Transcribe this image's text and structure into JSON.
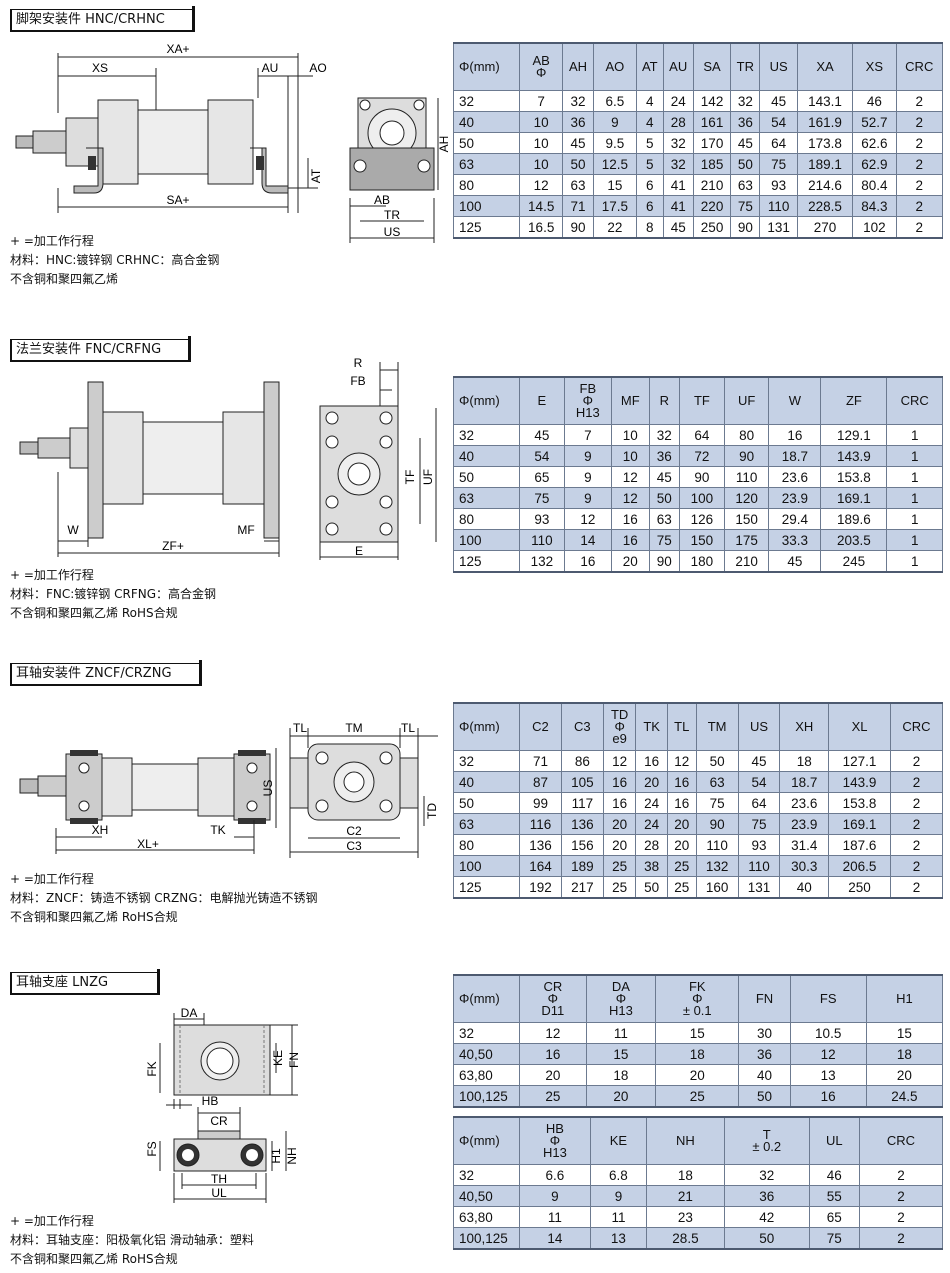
{
  "s1": {
    "title": "脚架安装件 HNC/CRHNC",
    "notes": [
      "+ =加工作行程",
      "材料：HNC:镀锌钢  CRHNC：高合金钢",
      "不含铜和聚四氟乙烯"
    ],
    "dims": {
      "xa": "XA+",
      "xs": "XS",
      "au": "AU",
      "ao": "AO",
      "at": "AT",
      "sa": "SA+",
      "ah": "AH",
      "ab": "AB",
      "tr": "TR",
      "us": "US"
    },
    "headers": [
      [
        "Φ(mm)"
      ],
      [
        "AB",
        "Φ"
      ],
      [
        "AH"
      ],
      [
        "AO"
      ],
      [
        "AT"
      ],
      [
        "AU"
      ],
      [
        "SA"
      ],
      [
        "TR"
      ],
      [
        "US"
      ],
      [
        "XA"
      ],
      [
        "XS"
      ],
      [
        "CRC"
      ]
    ],
    "rows": [
      [
        "32",
        "7",
        "32",
        "6.5",
        "4",
        "24",
        "142",
        "32",
        "45",
        "143.1",
        "46",
        "2"
      ],
      [
        "40",
        "10",
        "36",
        "9",
        "4",
        "28",
        "161",
        "36",
        "54",
        "161.9",
        "52.7",
        "2"
      ],
      [
        "50",
        "10",
        "45",
        "9.5",
        "5",
        "32",
        "170",
        "45",
        "64",
        "173.8",
        "62.6",
        "2"
      ],
      [
        "63",
        "10",
        "50",
        "12.5",
        "5",
        "32",
        "185",
        "50",
        "75",
        "189.1",
        "62.9",
        "2"
      ],
      [
        "80",
        "12",
        "63",
        "15",
        "6",
        "41",
        "210",
        "63",
        "93",
        "214.6",
        "80.4",
        "2"
      ],
      [
        "100",
        "14.5",
        "71",
        "17.5",
        "6",
        "41",
        "220",
        "75",
        "110",
        "228.5",
        "84.3",
        "2"
      ],
      [
        "125",
        "16.5",
        "90",
        "22",
        "8",
        "45",
        "250",
        "90",
        "131",
        "270",
        "102",
        "2"
      ]
    ]
  },
  "s2": {
    "title": "法兰安装件 FNC/CRFNG",
    "notes": [
      "+ =加工作行程",
      "材料：FNC:镀锌钢   CRFNG：高合金钢",
      "不含铜和聚四氟乙烯   RoHS合规"
    ],
    "dims": {
      "w": "W",
      "zf": "ZF+",
      "mf": "MF",
      "r": "R",
      "fb": "FB",
      "tf": "TF",
      "uf": "UF",
      "e": "E"
    },
    "headers": [
      [
        "Φ(mm)"
      ],
      [
        "E"
      ],
      [
        "FB",
        "Φ",
        "H13"
      ],
      [
        "MF"
      ],
      [
        "R"
      ],
      [
        "TF"
      ],
      [
        "UF"
      ],
      [
        "W"
      ],
      [
        "ZF"
      ],
      [
        "CRC"
      ]
    ],
    "rows": [
      [
        "32",
        "45",
        "7",
        "10",
        "32",
        "64",
        "80",
        "16",
        "129.1",
        "1"
      ],
      [
        "40",
        "54",
        "9",
        "10",
        "36",
        "72",
        "90",
        "18.7",
        "143.9",
        "1"
      ],
      [
        "50",
        "65",
        "9",
        "12",
        "45",
        "90",
        "110",
        "23.6",
        "153.8",
        "1"
      ],
      [
        "63",
        "75",
        "9",
        "12",
        "50",
        "100",
        "120",
        "23.9",
        "169.1",
        "1"
      ],
      [
        "80",
        "93",
        "12",
        "16",
        "63",
        "126",
        "150",
        "29.4",
        "189.6",
        "1"
      ],
      [
        "100",
        "110",
        "14",
        "16",
        "75",
        "150",
        "175",
        "33.3",
        "203.5",
        "1"
      ],
      [
        "125",
        "132",
        "16",
        "20",
        "90",
        "180",
        "210",
        "45",
        "245",
        "1"
      ]
    ]
  },
  "s3": {
    "title": "耳轴安装件 ZNCF/CRZNG",
    "notes": [
      "+ =加工作行程",
      "材料：ZNCF：铸造不锈钢   CRZNG：电解抛光铸造不锈钢",
      "不含铜和聚四氟乙烯   RoHS合规"
    ],
    "dims": {
      "xh": "XH",
      "tk": "TK",
      "xl": "XL+",
      "us": "US",
      "tl": "TL",
      "tm": "TM",
      "td": "TD",
      "c2": "C2",
      "c3": "C3"
    },
    "headers": [
      [
        "Φ(mm)"
      ],
      [
        "C2"
      ],
      [
        "C3"
      ],
      [
        "TD",
        "Φ",
        "e9"
      ],
      [
        "TK"
      ],
      [
        "TL"
      ],
      [
        "TM"
      ],
      [
        "US"
      ],
      [
        "XH"
      ],
      [
        "XL"
      ],
      [
        "CRC"
      ]
    ],
    "rows": [
      [
        "32",
        "71",
        "86",
        "12",
        "16",
        "12",
        "50",
        "45",
        "18",
        "127.1",
        "2"
      ],
      [
        "40",
        "87",
        "105",
        "16",
        "20",
        "16",
        "63",
        "54",
        "18.7",
        "143.9",
        "2"
      ],
      [
        "50",
        "99",
        "117",
        "16",
        "24",
        "16",
        "75",
        "64",
        "23.6",
        "153.8",
        "2"
      ],
      [
        "63",
        "116",
        "136",
        "20",
        "24",
        "20",
        "90",
        "75",
        "23.9",
        "169.1",
        "2"
      ],
      [
        "80",
        "136",
        "156",
        "20",
        "28",
        "20",
        "110",
        "93",
        "31.4",
        "187.6",
        "2"
      ],
      [
        "100",
        "164",
        "189",
        "25",
        "38",
        "25",
        "132",
        "110",
        "30.3",
        "206.5",
        "2"
      ],
      [
        "125",
        "192",
        "217",
        "25",
        "50",
        "25",
        "160",
        "131",
        "40",
        "250",
        "2"
      ]
    ]
  },
  "s4": {
    "title": "耳轴支座 LNZG",
    "notes": [
      "+ =加工作行程",
      "材料：耳轴支座：阳极氧化铝   滑动轴承：塑料",
      "不含铜和聚四氟乙烯   RoHS合规"
    ],
    "dims": {
      "da": "DA",
      "fk": "FK",
      "ke": "KE",
      "fn": "FN",
      "hb": "HB",
      "cr": "CR",
      "fs": "FS",
      "h1": "H1",
      "nh": "NH",
      "th": "TH",
      "ul": "UL"
    },
    "headers1": [
      [
        "Φ(mm)"
      ],
      [
        "CR",
        "Φ",
        "D11"
      ],
      [
        "DA",
        "Φ",
        "H13"
      ],
      [
        "FK",
        "Φ",
        "± 0.1"
      ],
      [
        "FN"
      ],
      [
        "FS"
      ],
      [
        "H1"
      ]
    ],
    "rows1": [
      [
        "32",
        "12",
        "11",
        "15",
        "30",
        "10.5",
        "15"
      ],
      [
        "40,50",
        "16",
        "15",
        "18",
        "36",
        "12",
        "18"
      ],
      [
        "63,80",
        "20",
        "18",
        "20",
        "40",
        "13",
        "20"
      ],
      [
        "100,125",
        "25",
        "20",
        "25",
        "50",
        "16",
        "24.5"
      ]
    ],
    "headers2": [
      [
        "Φ(mm)"
      ],
      [
        "HB",
        "Φ",
        "H13"
      ],
      [
        "KE"
      ],
      [
        "NH"
      ],
      [
        "T",
        "± 0.2"
      ],
      [
        "UL"
      ],
      [
        "CRC"
      ]
    ],
    "rows2": [
      [
        "32",
        "6.6",
        "6.8",
        "18",
        "32",
        "46",
        "2"
      ],
      [
        "40,50",
        "9",
        "9",
        "21",
        "36",
        "55",
        "2"
      ],
      [
        "63,80",
        "11",
        "11",
        "23",
        "42",
        "65",
        "2"
      ],
      [
        "100,125",
        "14",
        "13",
        "28.5",
        "50",
        "75",
        "2"
      ]
    ]
  }
}
